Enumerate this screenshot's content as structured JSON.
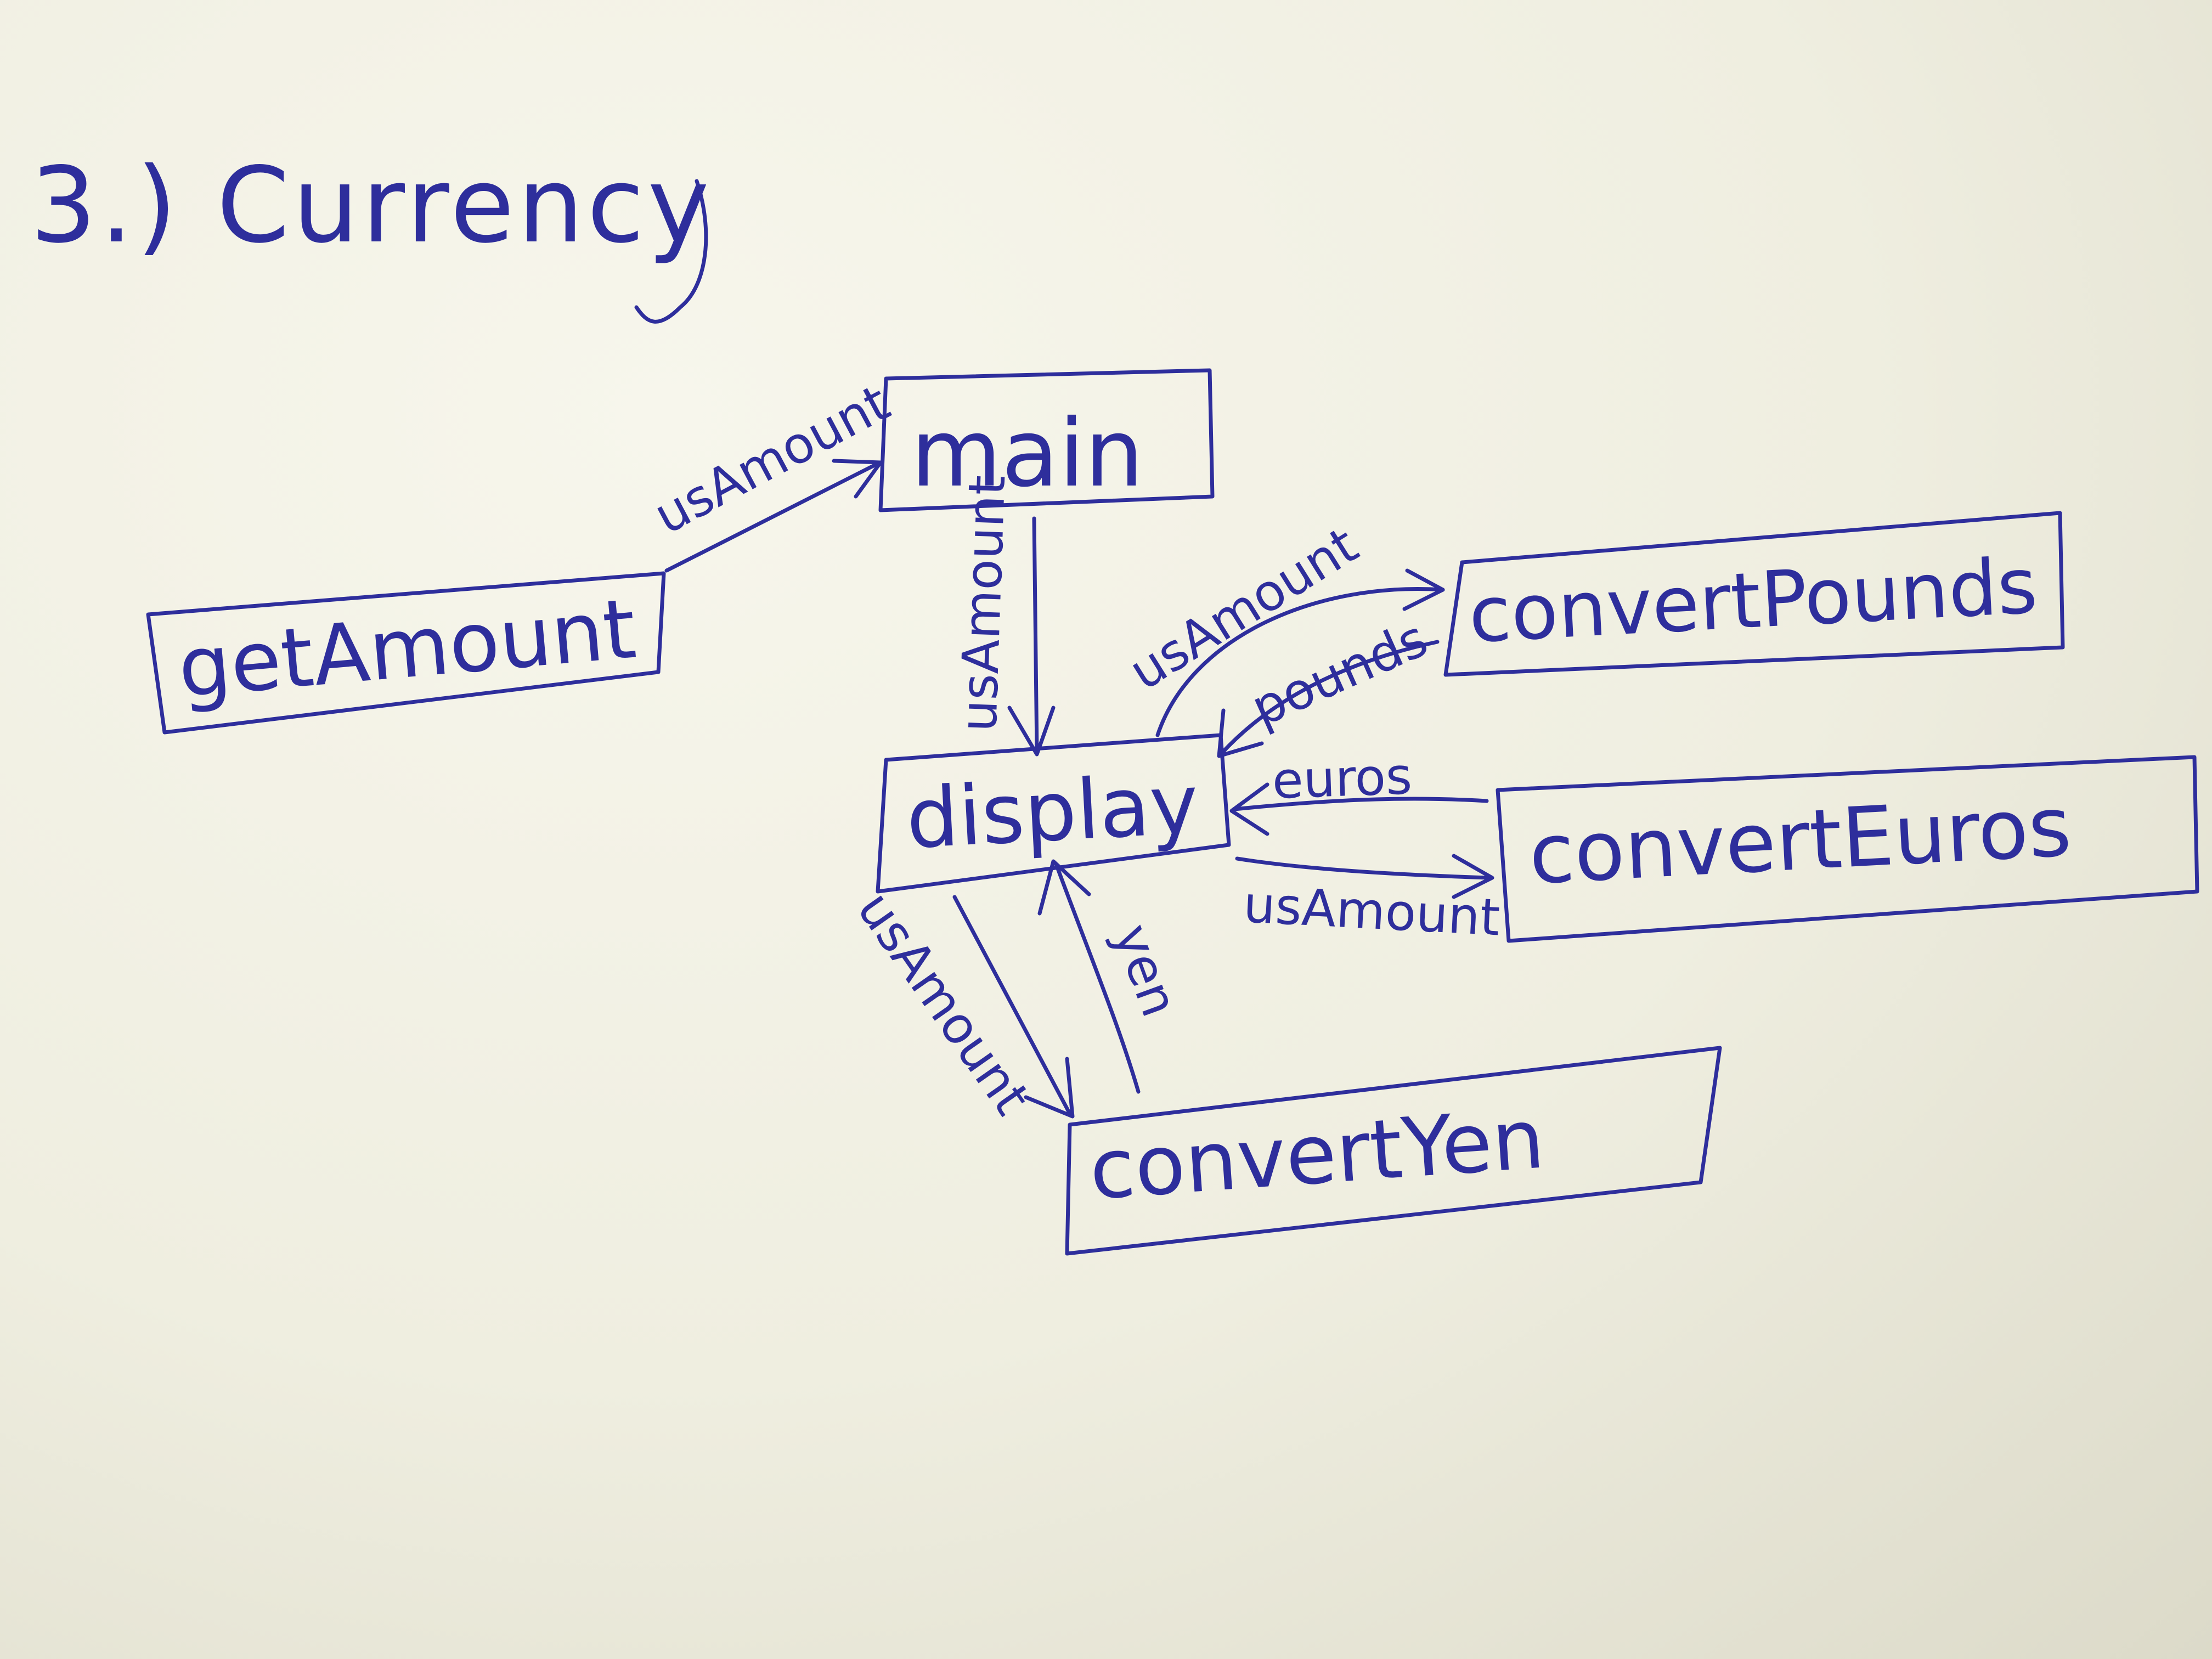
{
  "title": "3.) Currency",
  "nodes": {
    "main": "main",
    "get_amount": "getAmount",
    "display": "display",
    "convert_pounds": "convertPounds",
    "convert_euros": "convertEuros",
    "convert_yen": "convertYen"
  },
  "edges": {
    "getamount_to_main": "usAmount",
    "main_to_display": "usAmount",
    "display_to_pounds": "usAmount",
    "pounds_to_display": "pounds",
    "euros_to_display": "euros",
    "display_to_euros": "usAmount",
    "display_to_yen": "usAmount",
    "yen_to_display": "yen"
  },
  "colors": {
    "ink": "#2e2e9c",
    "paper": "#f2f1e6"
  }
}
